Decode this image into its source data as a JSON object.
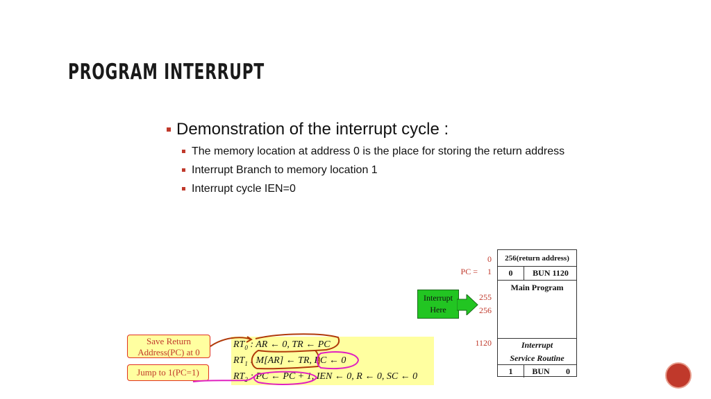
{
  "title": "Program Interrupt",
  "bullet_main": "Demonstration of the interrupt cycle :",
  "sub_bullets": [
    "The memory location at address 0 is the place for storing the return address",
    "Interrupt  Branch to memory location 1",
    "Interrupt cycle IEN=0"
  ],
  "memory": {
    "addresses": {
      "a0": "0",
      "pc_label": "PC =",
      "a1": "1",
      "a255": "255",
      "a256": "256",
      "a1120": "1120"
    },
    "row0": "256(return address)",
    "row1_left": "0",
    "row1_right": "BUN  1120",
    "main_program": "Main Program",
    "isr_line1": "Interrupt",
    "isr_line2": "Service Routine",
    "last_left": "1",
    "last_mid": "BUN",
    "last_right": "0"
  },
  "interrupt_arrow": {
    "line1": "Interrupt",
    "line2": "Here"
  },
  "micro_ops": {
    "rt0_label": "RT",
    "rt0_sub": "0",
    "rt0_expr": ": AR ← 0, TR ← PC",
    "rt1_label": "RT",
    "rt1_sub": "1",
    "rt1_expr": ": M[AR] ← TR, PC ← 0",
    "rt2_label": "RT",
    "rt2_sub": "2",
    "rt2_expr": ": PC ← PC + 1, IEN ← 0, R ← 0, SC ← 0"
  },
  "notes": {
    "save": "Save Return Address(PC) at 0",
    "jump": "Jump to 1(PC=1)"
  },
  "colors": {
    "accent": "#c0392b",
    "green": "#22c522",
    "highlight": "#ffffa0",
    "ink_brown": "#b03a0a",
    "ink_magenta": "#e020c0"
  }
}
